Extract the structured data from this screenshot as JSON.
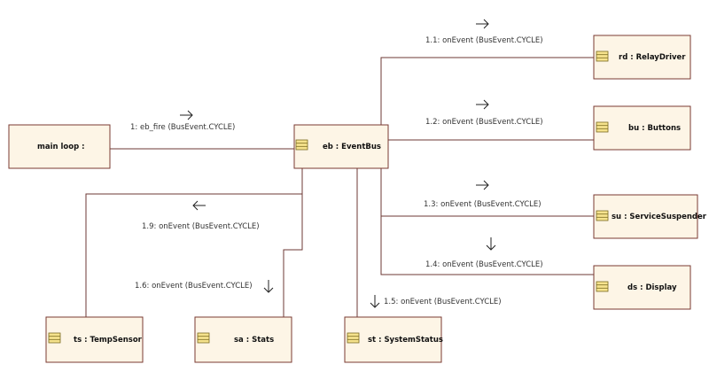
{
  "objects": {
    "main_loop": {
      "label": "main loop :",
      "has_icon": false
    },
    "eb": {
      "label": "eb : EventBus",
      "icon": "class-icon"
    },
    "rd": {
      "label": "rd : RelayDriver",
      "icon": "class-icon"
    },
    "bu": {
      "label": "bu : Buttons",
      "icon": "class-icon"
    },
    "su": {
      "label": "su : ServiceSuspender",
      "icon": "class-icon"
    },
    "ds": {
      "label": "ds : Display",
      "icon": "class-icon"
    },
    "ts": {
      "label": "ts : TempSensor",
      "icon": "class-icon"
    },
    "sa": {
      "label": "sa : Stats",
      "icon": "class-icon"
    },
    "st": {
      "label": "st : SystemStatus",
      "icon": "class-icon"
    }
  },
  "messages": {
    "m1": {
      "label": "1: eb_fire (BusEvent.CYCLE)",
      "direction": "right"
    },
    "m1_1": {
      "label": "1.1: onEvent (BusEvent.CYCLE)",
      "direction": "right"
    },
    "m1_2": {
      "label": "1.2: onEvent (BusEvent.CYCLE)",
      "direction": "right"
    },
    "m1_3": {
      "label": "1.3: onEvent (BusEvent.CYCLE)",
      "direction": "right"
    },
    "m1_4": {
      "label": "1.4: onEvent (BusEvent.CYCLE)",
      "direction": "down"
    },
    "m1_5": {
      "label": "1.5: onEvent (BusEvent.CYCLE)",
      "direction": "down"
    },
    "m1_6": {
      "label": "1.6: onEvent (BusEvent.CYCLE)",
      "direction": "down"
    },
    "m1_9": {
      "label": "1.9: onEvent (BusEvent.CYCLE)",
      "direction": "left"
    }
  },
  "colors": {
    "box_fill": "#fdf5e6",
    "box_stroke": "#7a3a32",
    "connector": "#6e3a34",
    "icon_fill": "#f6e38d"
  }
}
